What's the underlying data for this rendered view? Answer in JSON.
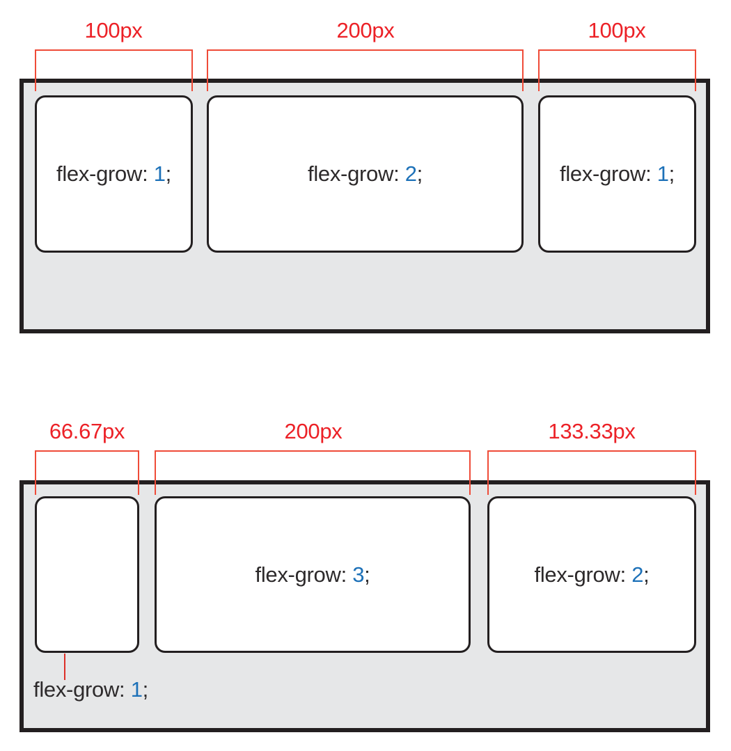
{
  "colors": {
    "measurement_red": "#ec2127",
    "bracket_line_red": "#ef4b38",
    "value_blue": "#1d71b8",
    "code_text_dark": "#2d2a2b",
    "container_fill": "#e6e7e8",
    "stroke_dark": "#231f20",
    "item_fill": "#ffffff"
  },
  "figure_top": {
    "measurements": [
      {
        "width_label": "100px"
      },
      {
        "width_label": "200px"
      },
      {
        "width_label": "100px"
      }
    ],
    "items": [
      {
        "prefix": "flex-grow: ",
        "value": "1",
        "suffix": ";"
      },
      {
        "prefix": "flex-grow: ",
        "value": "2",
        "suffix": ";"
      },
      {
        "prefix": "flex-grow: ",
        "value": "1",
        "suffix": ";"
      }
    ]
  },
  "figure_bottom": {
    "measurements": [
      {
        "width_label": "66.67px"
      },
      {
        "width_label": "200px"
      },
      {
        "width_label": "133.33px"
      }
    ],
    "items": [
      {
        "prefix": "flex-grow: ",
        "value": "1",
        "suffix": ";"
      },
      {
        "prefix": "flex-grow: ",
        "value": "3",
        "suffix": ";"
      },
      {
        "prefix": "flex-grow: ",
        "value": "2",
        "suffix": ";"
      }
    ]
  }
}
